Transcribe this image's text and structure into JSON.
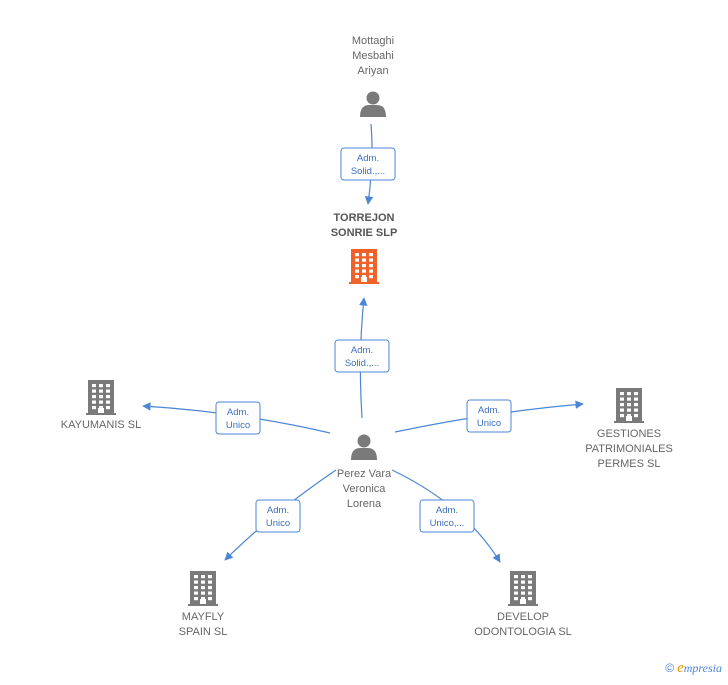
{
  "nodes": [
    {
      "id": "mottaghi",
      "type": "person",
      "label_lines": [
        "Mottaghi",
        "Mesbahi",
        "Ariyan"
      ],
      "bold": false
    },
    {
      "id": "torrejon",
      "type": "company",
      "label_lines": [
        "TORREJON",
        "SONRIE  SLP"
      ],
      "bold": true,
      "highlight": true
    },
    {
      "id": "perez",
      "type": "person",
      "label_lines": [
        "Perez Vara",
        "Veronica",
        "Lorena"
      ],
      "bold": false
    },
    {
      "id": "kayumanis",
      "type": "company",
      "label_lines": [
        "KAYUMANIS  SL"
      ],
      "bold": false
    },
    {
      "id": "gestiones",
      "type": "company",
      "label_lines": [
        "GESTIONES",
        "PATRIMONIALES",
        "PERMES  SL"
      ],
      "bold": false
    },
    {
      "id": "mayfly",
      "type": "company",
      "label_lines": [
        "MAYFLY",
        "SPAIN  SL"
      ],
      "bold": false
    },
    {
      "id": "develop",
      "type": "company",
      "label_lines": [
        "DEVELOP",
        "ODONTOLOGIA SL"
      ],
      "bold": false
    }
  ],
  "edges": [
    {
      "from": "mottaghi",
      "to": "torrejon",
      "label_lines": [
        "Adm.",
        "Solid.,..."
      ]
    },
    {
      "from": "perez",
      "to": "torrejon",
      "label_lines": [
        "Adm.",
        "Solid.,..."
      ]
    },
    {
      "from": "perez",
      "to": "kayumanis",
      "label_lines": [
        "Adm.",
        "Unico"
      ]
    },
    {
      "from": "perez",
      "to": "gestiones",
      "label_lines": [
        "Adm.",
        "Unico"
      ]
    },
    {
      "from": "perez",
      "to": "mayfly",
      "label_lines": [
        "Adm.",
        "Unico"
      ]
    },
    {
      "from": "perez",
      "to": "develop",
      "label_lines": [
        "Adm.",
        "Unico,..."
      ]
    }
  ],
  "colors": {
    "edge": "#4a86d6",
    "icon_gray": "#7a7a7a",
    "icon_highlight": "#f0622a"
  },
  "footer": {
    "copyright_symbol": "©",
    "brand_initial": "e",
    "brand_rest": "mpresia"
  }
}
